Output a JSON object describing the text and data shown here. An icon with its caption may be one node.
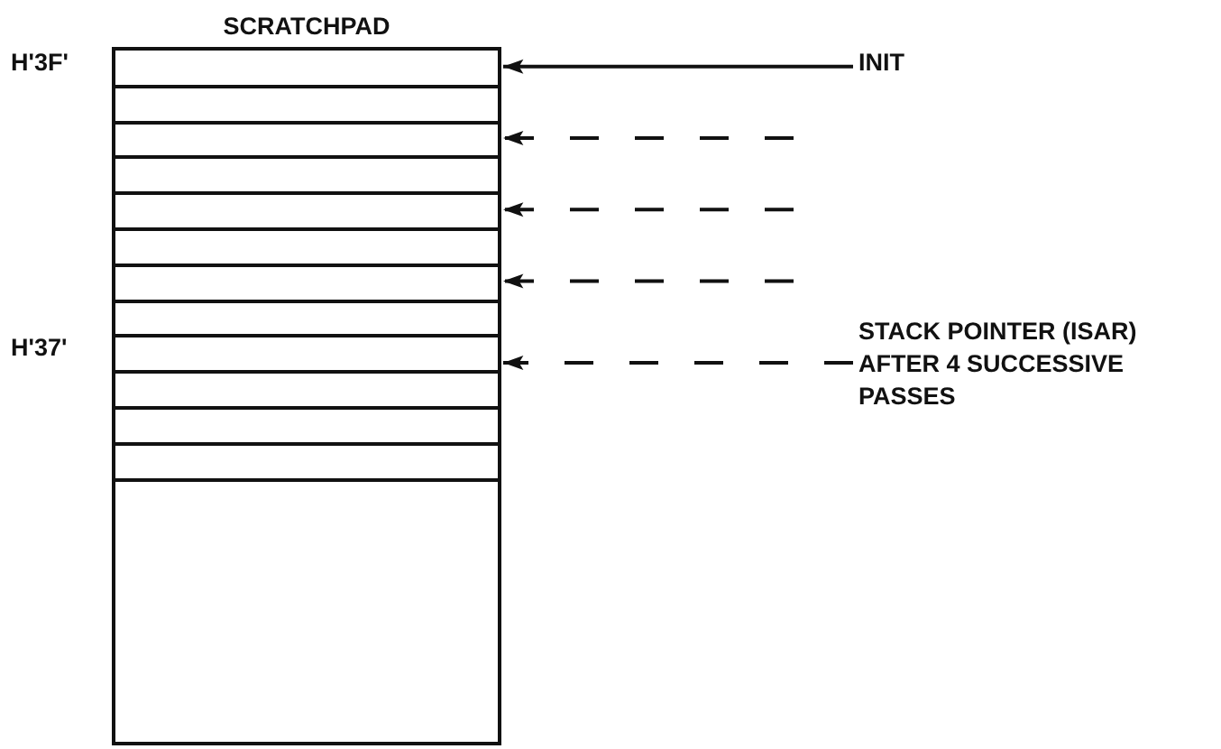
{
  "diagram": {
    "nodes": [
      {
        "text": [
          "SCRATCHPAD"
        ]
      },
      {
        "text": [],
        "shape": "box",
        "in": 0,
        "beside": [
          "H'3F'"
        ]
      },
      {
        "text": [],
        "shape": "box",
        "in": 0
      },
      {
        "text": [],
        "shape": "box",
        "in": 0
      },
      {
        "text": [],
        "shape": "box",
        "in": 0
      },
      {
        "text": [],
        "shape": "box",
        "in": 0
      },
      {
        "text": [],
        "shape": "box",
        "in": 0
      },
      {
        "text": [],
        "shape": "box",
        "in": 0
      },
      {
        "text": [],
        "shape": "box",
        "in": 0
      },
      {
        "text": [],
        "shape": "box",
        "in": 0,
        "beside": [
          "H'37'"
        ]
      },
      {
        "text": [],
        "shape": "box",
        "in": 0
      },
      {
        "text": [],
        "shape": "box",
        "in": 0
      },
      {
        "text": [],
        "shape": "box",
        "in": 0
      },
      {
        "text": [
          "INIT"
        ]
      },
      {
        "text": [
          "STACK POINTER (ISAR) AFTER 4 SUCCESSIVE PASSES"
        ]
      }
    ],
    "edges": [
      {
        "from": 13,
        "to": 1,
        "arrow": "to"
      },
      {
        "from": null,
        "to": 3,
        "arrow": "to",
        "style": "dashed"
      },
      {
        "from": null,
        "to": 5,
        "arrow": "to",
        "style": "dashed"
      },
      {
        "from": null,
        "to": 7,
        "arrow": "to",
        "style": "dashed"
      },
      {
        "from": 14,
        "to": 9,
        "arrow": "to",
        "style": "dashed"
      }
    ]
  }
}
